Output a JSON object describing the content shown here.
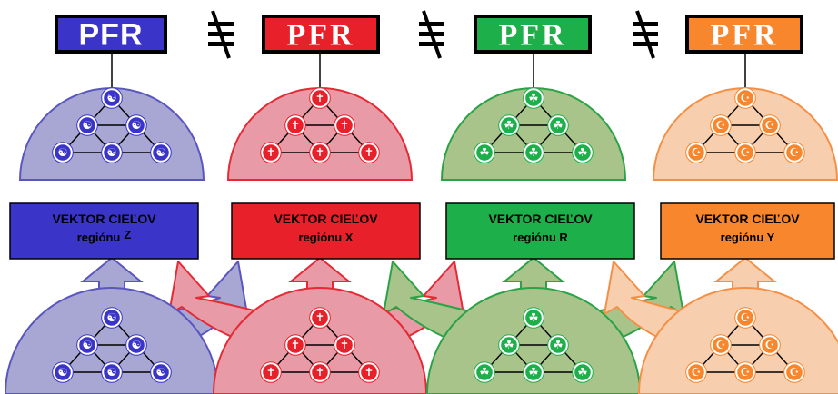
{
  "regions": [
    {
      "key": "z",
      "pfr": "PFR",
      "color": "#3a35c8",
      "light": "#a8a6d2",
      "stroke": "#5a56c0",
      "symbol": "☯",
      "title": "VEKTOR CIEĽOV",
      "subtitle": "regiónu",
      "code": "Z",
      "serif": false,
      "text_color": "#ffffff"
    },
    {
      "key": "x",
      "pfr": "PFR",
      "color": "#e8202a",
      "light": "#e89aa6",
      "stroke": "#e32a35",
      "symbol": "✝",
      "title": "VEKTOR CIEĽOV",
      "subtitle": "regiónu X",
      "code": "",
      "serif": true,
      "text_color": "#ffffff"
    },
    {
      "key": "r",
      "pfr": "PFR",
      "color": "#1db04a",
      "light": "#a9c48a",
      "stroke": "#2aa246",
      "symbol": "☘",
      "title": "VEKTOR CIEĽOV",
      "subtitle": "regiónu R",
      "code": "",
      "serif": true,
      "text_color": "#ffffff"
    },
    {
      "key": "y",
      "pfr": "PFR",
      "color": "#f7862c",
      "light": "#f7cfae",
      "stroke": "#f49046",
      "symbol": "☪",
      "title": "VEKTOR CIEĽOV",
      "subtitle": "regiónu Y",
      "code": "",
      "serif": true,
      "text_color": "#ffffff"
    }
  ],
  "separator_icon": "not-equal-crossed-icon",
  "box_text_color": "#000000"
}
